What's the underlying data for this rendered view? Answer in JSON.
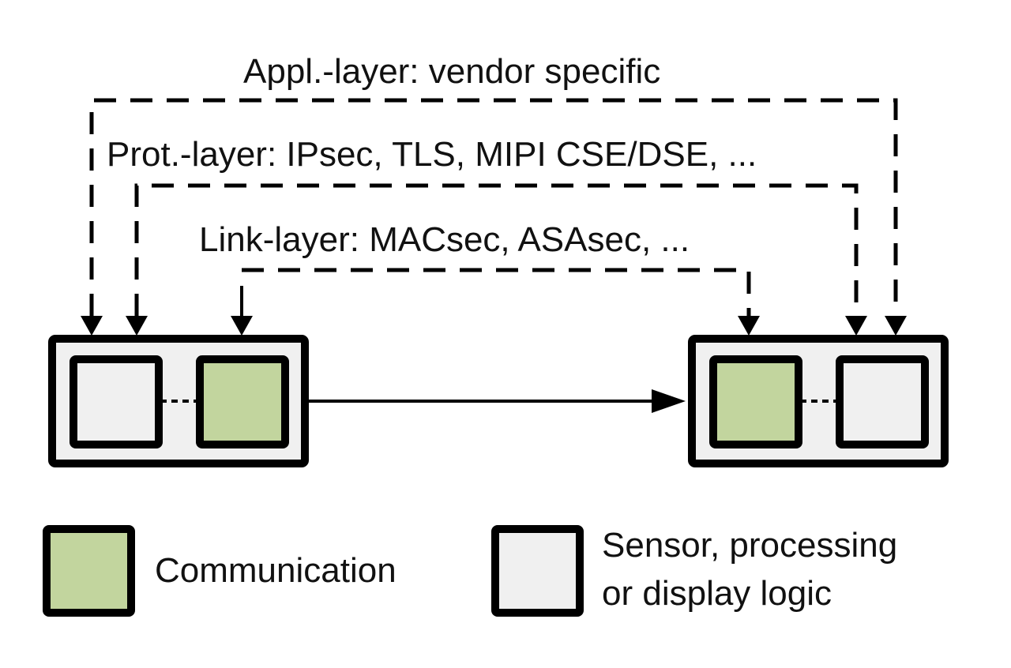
{
  "diagram": {
    "layers": [
      {
        "id": "appl",
        "label": "Appl.-layer: vendor specific"
      },
      {
        "id": "prot",
        "label": "Prot.-layer: IPsec, TLS, MIPI CSE/DSE, ..."
      },
      {
        "id": "link",
        "label": "Link-layer: MACsec, ASAsec, ..."
      }
    ],
    "nodes": [
      {
        "id": "left-device",
        "components": [
          "sensor-processing",
          "communication"
        ]
      },
      {
        "id": "right-device",
        "components": [
          "communication",
          "sensor-processing"
        ]
      }
    ],
    "colors": {
      "communication": "#c2d59e",
      "sensor": "#f0f0f0",
      "stroke": "#000000"
    }
  },
  "legend": {
    "communication": "Communication",
    "sensor_line1": "Sensor, processing",
    "sensor_line2": "or display logic"
  }
}
